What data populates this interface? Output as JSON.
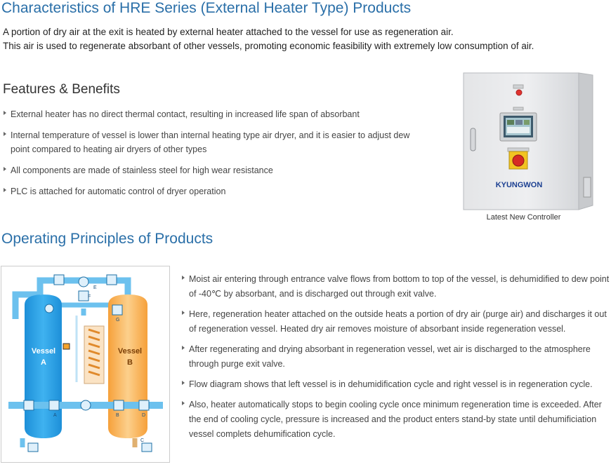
{
  "header": {
    "title": "Characteristics of HRE Series (External Heater Type) Products",
    "intro_line1": "A portion of dry air at the exit is heated by external heater attached to the vessel for use as regeneration air.",
    "intro_line2": "This air is used to regenerate absorbant of other vessels, promoting economic feasibility with extremely low consumption of air."
  },
  "features": {
    "heading": "Features & Benefits",
    "items": [
      "External heater has no direct thermal contact, resulting in increased life span of absorbant",
      "Internal temperature of vessel is lower than internal heating type air dryer, and it is easier to adjust dew point compared to heating air dryers of other types",
      "All components are made of stainless steel for high wear resistance",
      "PLC is attached for automatic control of dryer operation"
    ]
  },
  "controller": {
    "brand": "KYUNGWON",
    "caption": "Latest New Controller"
  },
  "operating": {
    "heading": "Operating Principles of Products",
    "items": [
      "Moist air entering through entrance valve flows from bottom to top of the vessel, is dehumidified to dew point of -40℃ by absorbant, and is discharged out through exit valve.",
      "Here, regeneration heater attached on the outside heats a portion of dry air (purge air) and discharges it out of regeneration vessel. Heated dry air removes moisture of absorbant inside regeneration vessel.",
      "After regenerating and drying absorbant in regeneration vessel, wet air is discharged to the atmosphere through purge exit valve.",
      "Flow diagram shows that left vessel is in dehumidification cycle and right vessel is in regeneration cycle.",
      "Also, heater automatically stops to begin cooling cycle once minimum regeneration time is exceeded. After the end of cooling cycle, pressure is increased and the product enters stand-by state until dehumificiation vessel complets dehumification cycle."
    ]
  },
  "diagram": {
    "vessel_a_line1": "Vessel",
    "vessel_a_line2": "A",
    "vessel_b_line1": "Vessel",
    "vessel_b_line2": "B",
    "valve_labels": [
      "E",
      "F",
      "G",
      "A",
      "B",
      "D",
      "C"
    ],
    "colors": {
      "dry_air": "#2ea0e6",
      "hot_air": "#f7a640",
      "pipe": "#6cc1ee"
    }
  }
}
